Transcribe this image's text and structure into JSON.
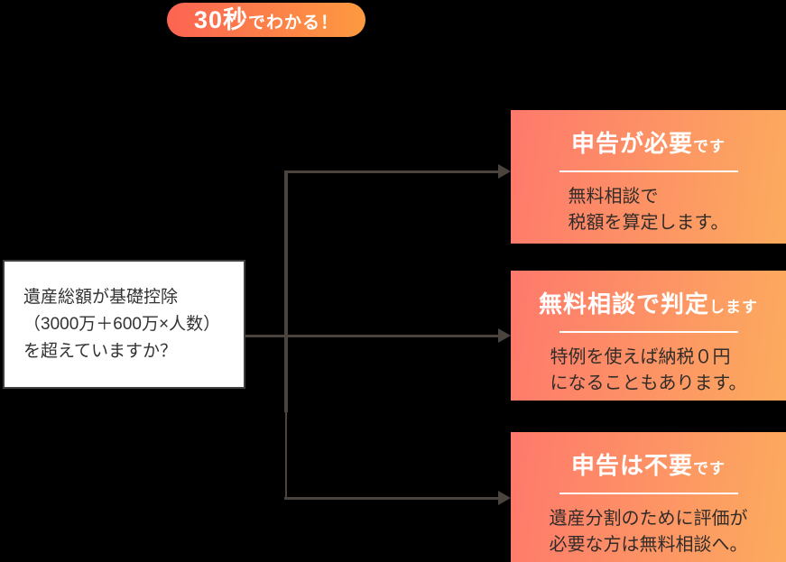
{
  "page": {
    "background_color": "#000000",
    "type": "inheritance-tax flowchart infographic"
  },
  "badge": {
    "text_large": "30秒",
    "text_small": "でわかる！",
    "gradient_from": "#fc6452",
    "gradient_to": "#fd9a40",
    "text_color": "#ffffff"
  },
  "question_box": {
    "lines": [
      "遺産総額が基礎控除",
      "（3000万＋600万×人数）",
      "を超えていますか？"
    ],
    "background": "#ffffff",
    "border_color": "#3e3e3e",
    "text_color": "#333333"
  },
  "connectors": {
    "line_color": "#4a433e",
    "arrow_color": "#4a433e"
  },
  "result_boxes": [
    {
      "title_main": "申告が必要",
      "title_suffix": "です",
      "body_lines": [
        "無料相談で",
        "税額を算定します。"
      ]
    },
    {
      "title_main": "無料相談で判定",
      "title_suffix": "します",
      "body_lines": [
        "特例を使えば納税０円",
        "になることもあります。"
      ]
    },
    {
      "title_main": "申告は不要",
      "title_suffix": "です",
      "body_lines": [
        "遺産分割のために評価が",
        "必要な方は無料相談へ。"
      ]
    }
  ],
  "result_box_style": {
    "gradient_from": "#fe796c",
    "gradient_to": "#fcab5e",
    "title_color": "#ffffff",
    "body_text_color": "#322c29",
    "divider_color": "#ffffff"
  }
}
